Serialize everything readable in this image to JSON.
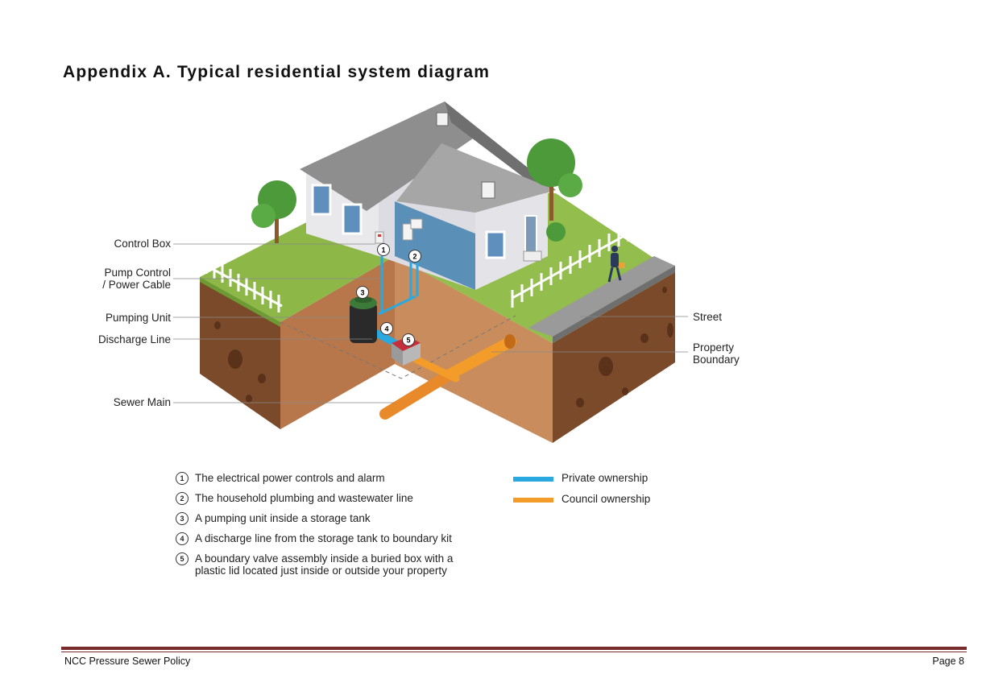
{
  "title": "Appendix A. Typical residential system diagram",
  "labels": {
    "control_box": "Control Box",
    "pump_control_line1": "Pump Control",
    "pump_control_line2": "/ Power Cable",
    "pumping_unit": "Pumping Unit",
    "discharge_line": "Discharge Line",
    "sewer_main": "Sewer Main",
    "street": "Street",
    "property_line1": "Property",
    "property_line2": "Boundary"
  },
  "markers": [
    "1",
    "2",
    "3",
    "4",
    "5"
  ],
  "legend": [
    {
      "num": "1",
      "text": "The electrical power controls and alarm"
    },
    {
      "num": "2",
      "text": "The household plumbing and wastewater line"
    },
    {
      "num": "3",
      "text": "A pumping unit inside a storage tank"
    },
    {
      "num": "4",
      "text": "A discharge line from the storage tank to boundary kit"
    },
    {
      "num": "5",
      "text": "A boundary valve assembly inside a buried box with a plastic lid located just inside or outside your property"
    }
  ],
  "ownership": {
    "private": {
      "label": "Private ownership",
      "color": "#29a9e0"
    },
    "council": {
      "label": "Council ownership",
      "color": "#f39c2a"
    }
  },
  "footer": {
    "left": "NCC Pressure Sewer Policy",
    "right": "Page 8",
    "rule_color": "#7a2b2b"
  }
}
